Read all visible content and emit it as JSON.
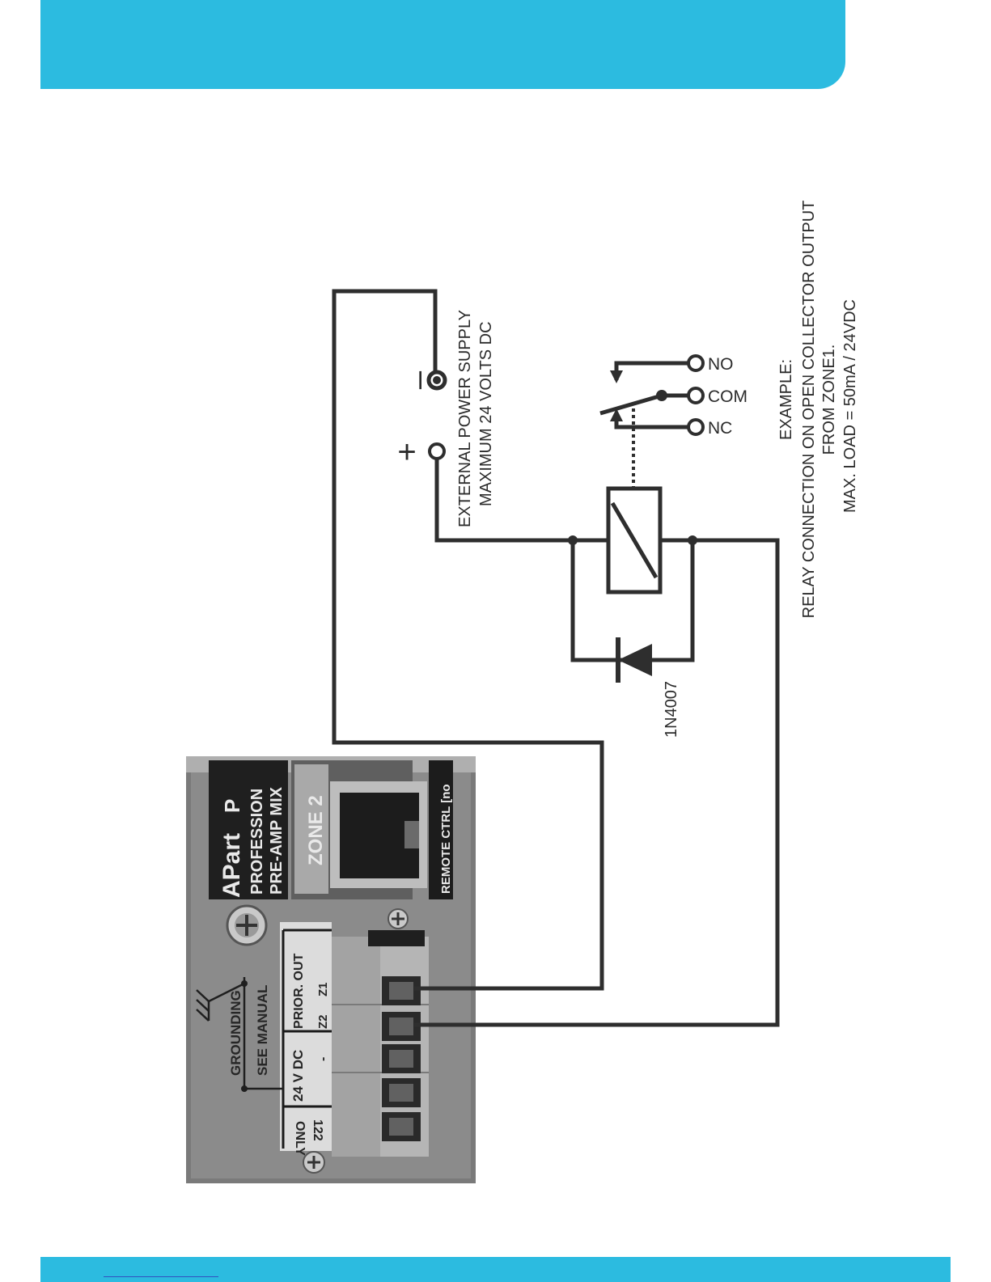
{
  "header": {
    "color": "#2cbbe0"
  },
  "footer": {
    "color": "#2cbbe0",
    "link_color": "#3050c0"
  },
  "diagram": {
    "wire_color": "#2e2e2e",
    "power_supply": {
      "line1": "EXTERNAL POWER SUPPLY",
      "line2": "MAXIMUM 24 VOLTS DC",
      "plus": "+",
      "minus": "–"
    },
    "relay": {
      "no": "NO",
      "com": "COM",
      "nc": "NC"
    },
    "diode": {
      "part": "1N4007"
    },
    "note": {
      "line1": "EXAMPLE:",
      "line2": "RELAY CONNECTION ON OPEN COLLECTOR OUTPUT",
      "line3": "FROM ZONE1.",
      "line4": "MAX. LOAD = 50mA / 24VDC"
    },
    "panel": {
      "brand": "APart",
      "brand_suffix": "P",
      "line1": "PROFESSION",
      "line2": "PRE-AMP MIX",
      "zone": "ZONE 2",
      "remote": "REMOTE CTRL [no",
      "grounding": "GROUNDING",
      "see_manual": "SEE MANUAL",
      "prior_out": "PRIOR. OUT",
      "z1": "Z1",
      "z2": "Z2",
      "dc": "24 V DC",
      "minus": "-",
      "only": "ONLY",
      "model": "122"
    }
  }
}
